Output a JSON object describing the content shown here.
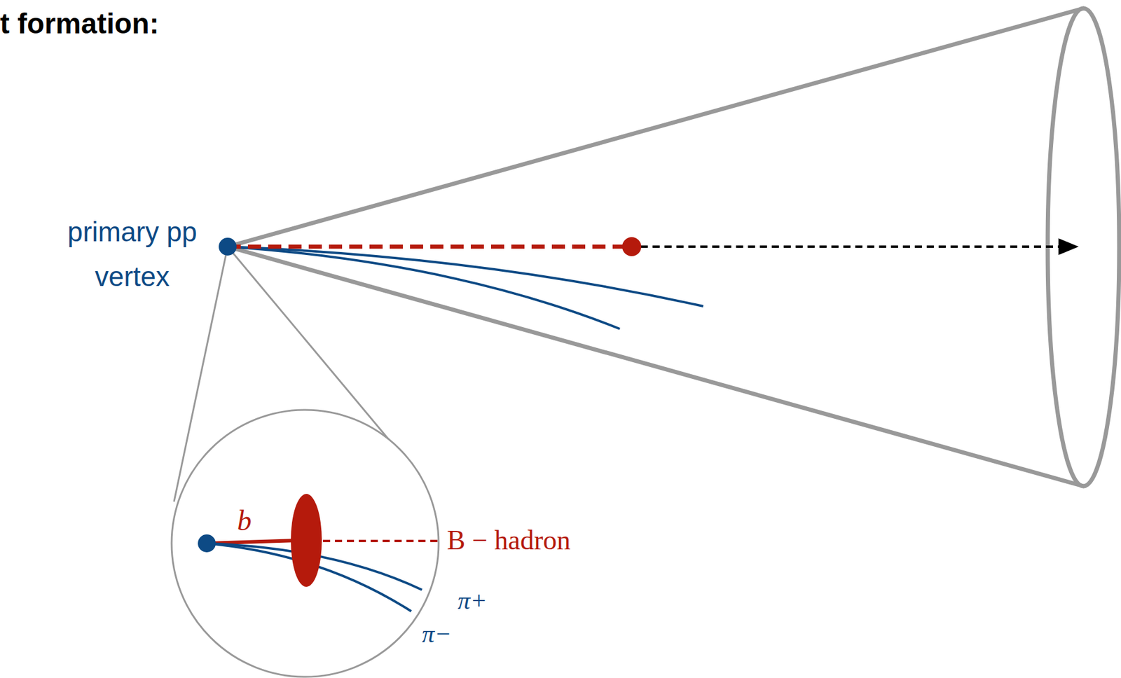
{
  "diagram": {
    "title": "t formation:",
    "labels": [
      "primary pp vertex",
      "b",
      "B − hadron",
      "π+",
      "π−"
    ]
  }
}
